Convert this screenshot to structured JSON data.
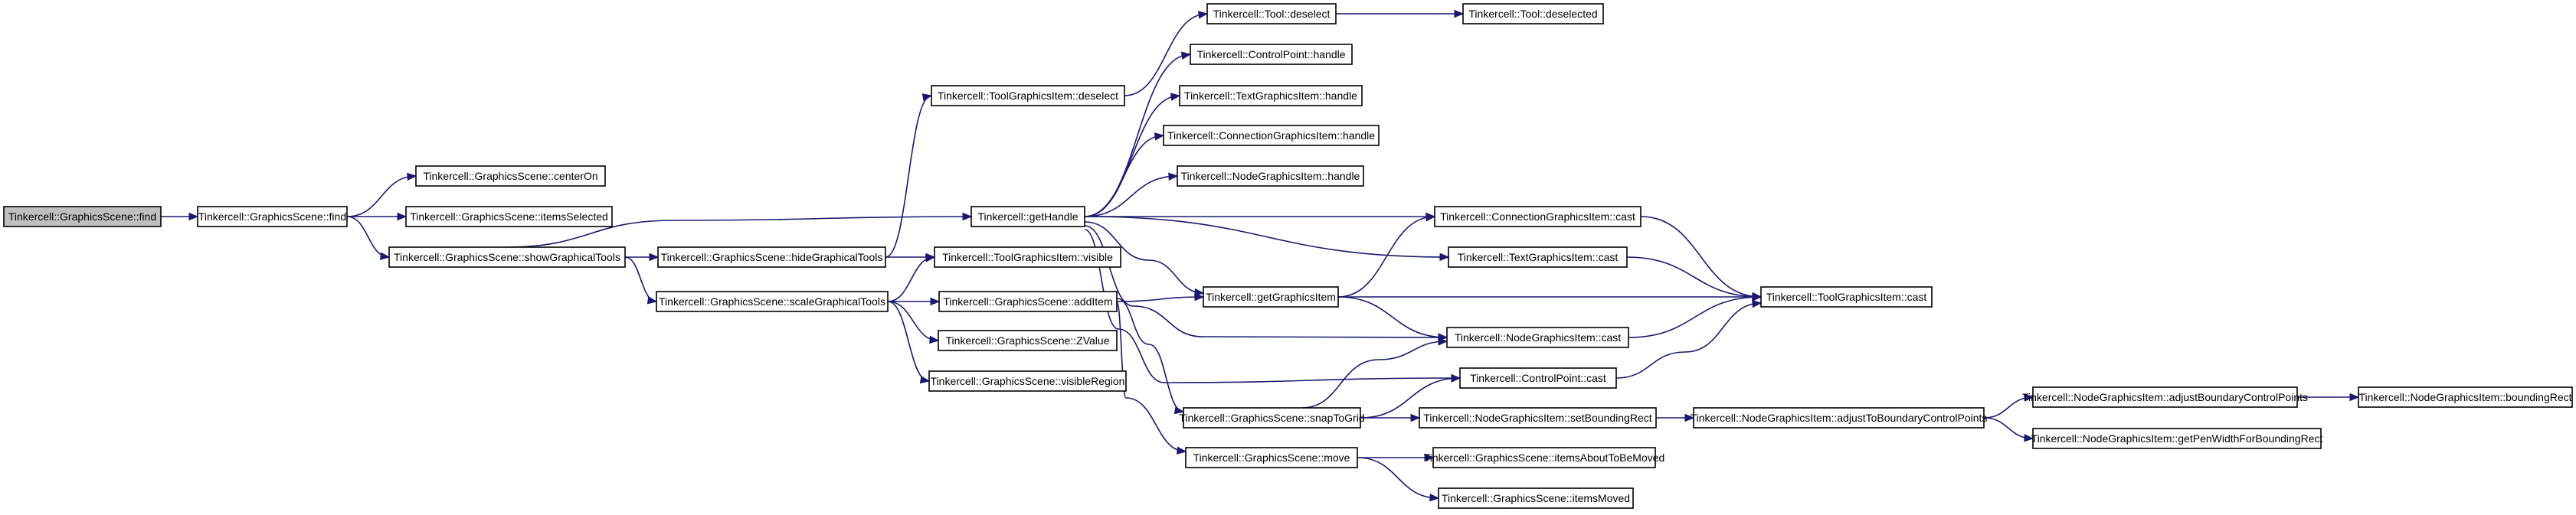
{
  "nodes": [
    {
      "id": "n0",
      "label": "Tinkercell::GraphicsScene::find",
      "root": true
    },
    {
      "id": "n1",
      "label": "Tinkercell::GraphicsScene::find"
    },
    {
      "id": "n2",
      "label": "Tinkercell::GraphicsScene::centerOn"
    },
    {
      "id": "n3",
      "label": "Tinkercell::GraphicsScene::itemsSelected"
    },
    {
      "id": "n4",
      "label": "Tinkercell::GraphicsScene::showGraphicalTools"
    },
    {
      "id": "n5",
      "label": "Tinkercell::getHandle"
    },
    {
      "id": "n6",
      "label": "Tinkercell::Tool::deselect"
    },
    {
      "id": "n7",
      "label": "Tinkercell::Tool::deselected"
    },
    {
      "id": "n8",
      "label": "Tinkercell::ControlPoint::handle"
    },
    {
      "id": "n9",
      "label": "Tinkercell::TextGraphicsItem::handle"
    },
    {
      "id": "n10",
      "label": "Tinkercell::ConnectionGraphicsItem::handle"
    },
    {
      "id": "n11",
      "label": "Tinkercell::NodeGraphicsItem::handle"
    },
    {
      "id": "n12",
      "label": "Tinkercell::ToolGraphicsItem::deselect"
    },
    {
      "id": "n13",
      "label": "Tinkercell::GraphicsScene::hideGraphicalTools"
    },
    {
      "id": "n14",
      "label": "Tinkercell::ToolGraphicsItem::visible"
    },
    {
      "id": "n15",
      "label": "Tinkercell::GraphicsScene::scaleGraphicalTools"
    },
    {
      "id": "n16",
      "label": "Tinkercell::GraphicsScene::addItem"
    },
    {
      "id": "n17",
      "label": "Tinkercell::GraphicsScene::ZValue"
    },
    {
      "id": "n18",
      "label": "Tinkercell::GraphicsScene::visibleRegion"
    },
    {
      "id": "n19",
      "label": "Tinkercell::getGraphicsItem"
    },
    {
      "id": "n20",
      "label": "Tinkercell::ConnectionGraphicsItem::cast"
    },
    {
      "id": "n21",
      "label": "Tinkercell::TextGraphicsItem::cast"
    },
    {
      "id": "n22",
      "label": "Tinkercell::ToolGraphicsItem::cast"
    },
    {
      "id": "n23",
      "label": "Tinkercell::NodeGraphicsItem::cast"
    },
    {
      "id": "n24",
      "label": "Tinkercell::ControlPoint::cast"
    },
    {
      "id": "n25",
      "label": "Tinkercell::GraphicsScene::snapToGrid"
    },
    {
      "id": "n26",
      "label": "Tinkercell::NodeGraphicsItem::setBoundingRect"
    },
    {
      "id": "n27",
      "label": "Tinkercell::NodeGraphicsItem::adjustToBoundaryControlPoints"
    },
    {
      "id": "n28",
      "label": "Tinkercell::NodeGraphicsItem::adjustBoundaryControlPoints"
    },
    {
      "id": "n29",
      "label": "Tinkercell::NodeGraphicsItem::boundingRect"
    },
    {
      "id": "n30",
      "label": "Tinkercell::NodeGraphicsItem::getPenWidthForBoundingRect"
    },
    {
      "id": "n31",
      "label": "Tinkercell::GraphicsScene::move"
    },
    {
      "id": "n32",
      "label": "Tinkercell::GraphicsScene::itemsAboutToBeMoved"
    },
    {
      "id": "n33",
      "label": "Tinkercell::GraphicsScene::itemsMoved"
    }
  ],
  "edges": [
    [
      "n0",
      "n1"
    ],
    [
      "n1",
      "n2"
    ],
    [
      "n1",
      "n3"
    ],
    [
      "n1",
      "n4"
    ],
    [
      "n4",
      "n5"
    ],
    [
      "n4",
      "n13"
    ],
    [
      "n4",
      "n15"
    ],
    [
      "n13",
      "n12"
    ],
    [
      "n13",
      "n14"
    ],
    [
      "n12",
      "n6"
    ],
    [
      "n6",
      "n7"
    ],
    [
      "n5",
      "n8"
    ],
    [
      "n5",
      "n9"
    ],
    [
      "n5",
      "n10"
    ],
    [
      "n5",
      "n11"
    ],
    [
      "n5",
      "n19"
    ],
    [
      "n5",
      "n20"
    ],
    [
      "n5",
      "n21"
    ],
    [
      "n5",
      "n23"
    ],
    [
      "n5",
      "n24"
    ],
    [
      "n15",
      "n14"
    ],
    [
      "n15",
      "n16"
    ],
    [
      "n15",
      "n17"
    ],
    [
      "n15",
      "n18"
    ],
    [
      "n16",
      "n19"
    ],
    [
      "n16",
      "n25"
    ],
    [
      "n16",
      "n31"
    ],
    [
      "n19",
      "n20"
    ],
    [
      "n19",
      "n22"
    ],
    [
      "n19",
      "n23"
    ],
    [
      "n20",
      "n22"
    ],
    [
      "n21",
      "n22"
    ],
    [
      "n23",
      "n22"
    ],
    [
      "n24",
      "n22"
    ],
    [
      "n25",
      "n23"
    ],
    [
      "n25",
      "n24"
    ],
    [
      "n25",
      "n26"
    ],
    [
      "n26",
      "n27"
    ],
    [
      "n27",
      "n28"
    ],
    [
      "n27",
      "n30"
    ],
    [
      "n28",
      "n29"
    ],
    [
      "n31",
      "n32"
    ],
    [
      "n31",
      "n33"
    ]
  ]
}
